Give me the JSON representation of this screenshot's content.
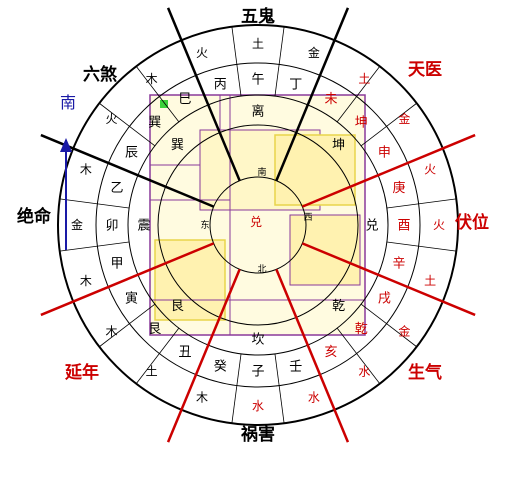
{
  "colors": {
    "ring_stroke": "#000000",
    "divider_red": "#cc0000",
    "divider_black": "#000000",
    "label_red": "#cc0000",
    "label_black": "#000000",
    "arrow_blue": "#1a1aa6",
    "plan_purple": "#8a3a9a",
    "plan_yellow": "#e8d44a"
  },
  "direction_marker": {
    "label": "南",
    "icon": "arrow-up-icon"
  },
  "stars": {
    "wugui": "五鬼",
    "tianyi": "天医",
    "fuwei": "伏位",
    "shengqi": "生气",
    "huohai": "祸害",
    "yannian": "延年",
    "jueming": "绝命",
    "liusha": "六煞"
  },
  "rings": {
    "outer": [
      "火",
      "土",
      "金",
      "土",
      "金",
      "火",
      "火",
      "土",
      "金",
      "水",
      "水",
      "水",
      "木",
      "土",
      "木",
      "木",
      "金",
      "木",
      "火",
      "木"
    ],
    "outer_hidden_notes": "",
    "middle": [
      "丙",
      "午",
      "丁",
      "未",
      "坤",
      "申",
      "庚",
      "酉",
      "辛",
      "戌",
      "乾",
      "亥",
      "壬",
      "子",
      "癸",
      "丑",
      "艮",
      "寅",
      "甲",
      "卯",
      "乙",
      "辰",
      "巽",
      "巳"
    ],
    "inner_trigrams": [
      "离",
      "坤",
      "兑",
      "乾",
      "坎",
      "艮",
      "震",
      "巽"
    ]
  },
  "center": {
    "label": "兑",
    "sublabel_east": "东",
    "sublabel_west": "西",
    "sublabel_south": "南",
    "sublabel_north": "北"
  }
}
